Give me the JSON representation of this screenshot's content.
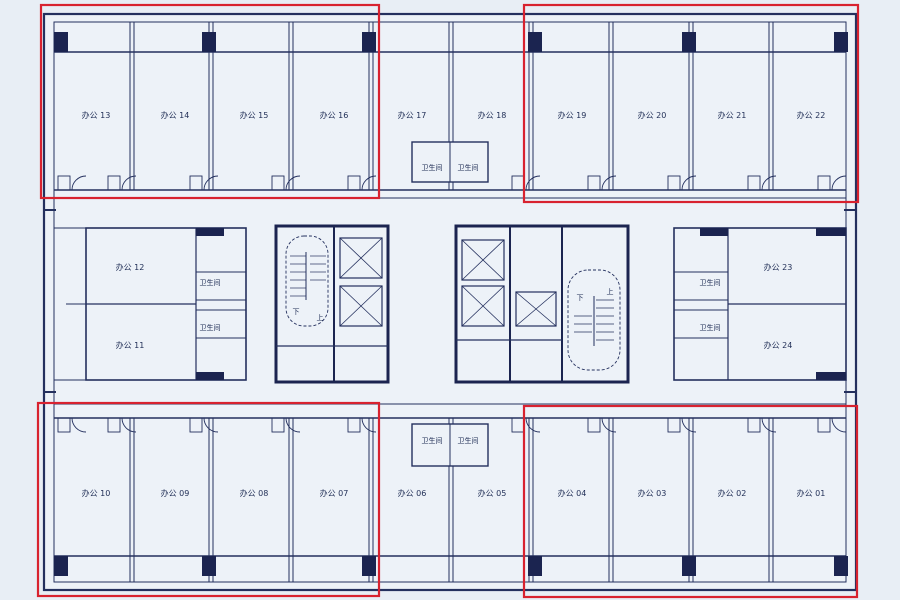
{
  "rooms": {
    "r01": "办公 01",
    "r02": "办公 02",
    "r03": "办公 03",
    "r04": "办公 04",
    "r05": "办公 05",
    "r06": "办公 06",
    "r07": "办公 07",
    "r08": "办公 08",
    "r09": "办公 09",
    "r10": "办公 10",
    "r11": "办公 11",
    "r12": "办公 12",
    "r13": "办公 13",
    "r14": "办公 14",
    "r15": "办公 15",
    "r16": "办公 16",
    "r17": "办公 17",
    "r18": "办公 18",
    "r19": "办公 19",
    "r20": "办公 20",
    "r21": "办公 21",
    "r22": "办公 22",
    "r23": "办公 23",
    "r24": "办公 24"
  },
  "restroom": "卫生间",
  "stairs": {
    "down": "下",
    "up": "上"
  },
  "colors": {
    "background": "#e8eef5",
    "wall": "#24305e",
    "column": "#1b2450",
    "highlight": "#d8222f"
  }
}
